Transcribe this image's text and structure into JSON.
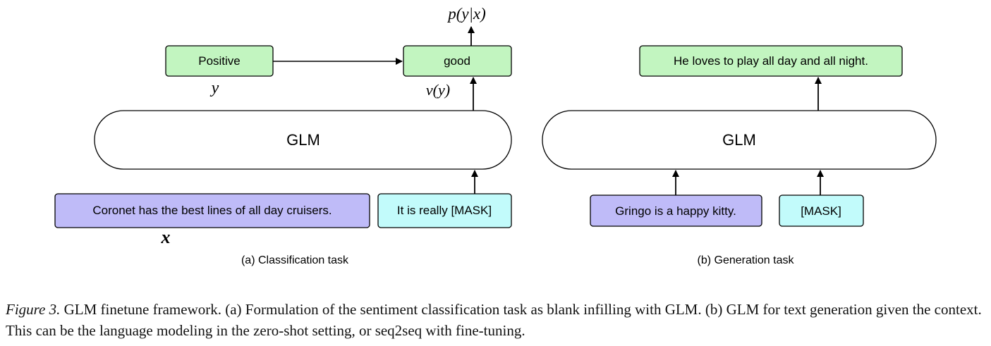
{
  "panel_a": {
    "y_box": "Positive",
    "y_symbol": "y",
    "good_box": "good",
    "p_label": "p(y|x)",
    "v_label": "v(y)",
    "model": "GLM",
    "input_x": "Coronet has the best lines of all day cruisers.",
    "x_symbol": "x",
    "prompt": "It is really [MASK]",
    "subcaption": "(a) Classification task"
  },
  "panel_b": {
    "output": "He loves to play all day and all night.",
    "model": "GLM",
    "context": "Gringo is a happy kitty.",
    "mask": "[MASK]",
    "subcaption": "(b) Generation task"
  },
  "caption": {
    "label": "Figure 3.",
    "text": " GLM finetune framework. (a) Formulation of the sentiment classification task as blank infilling with GLM. (b) GLM for text generation given the context. This can be the language modeling in the zero-shot setting, or seq2seq with fine-tuning."
  },
  "colors": {
    "green": "#c2f5c0",
    "purple": "#bfbbf8",
    "cyan": "#c2fbfb",
    "stroke": "#000000"
  }
}
